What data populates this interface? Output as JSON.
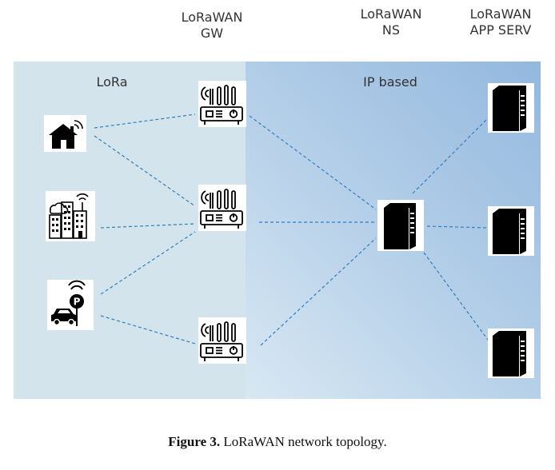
{
  "headers": {
    "gw": [
      "LoRaWAN",
      "GW"
    ],
    "ns": [
      "LoRaWAN",
      "NS"
    ],
    "app": [
      "LoRaWAN",
      "APP SERV"
    ]
  },
  "regions": {
    "lora_label": "LoRa",
    "ip_label": "IP based"
  },
  "nodes": {
    "devices": [
      "house-icon",
      "building-icon",
      "parking-car-icon"
    ],
    "gateways": [
      "gateway-router-icon",
      "gateway-router-icon",
      "gateway-router-icon"
    ],
    "network_server": "server-tower-icon",
    "app_servers": [
      "server-tower-icon",
      "server-tower-icon",
      "server-tower-icon"
    ]
  },
  "colors": {
    "lora_region": "#d3e4ec",
    "ip_region": "#93b8de",
    "link": "#2f7fc0"
  },
  "caption": {
    "label": "Figure 3.",
    "text": " LoRaWAN network topology."
  }
}
